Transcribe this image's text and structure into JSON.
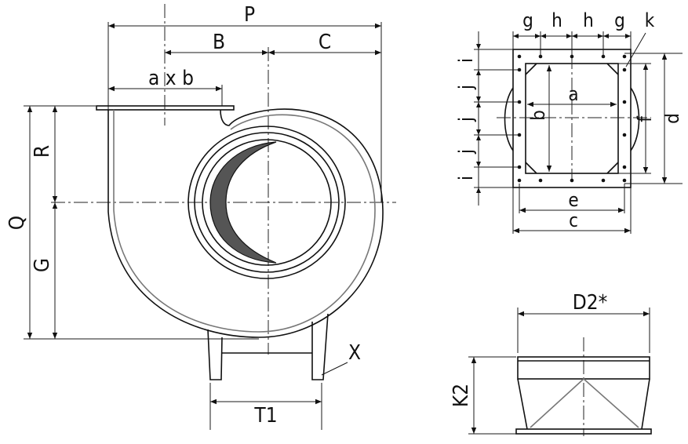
{
  "labels": {
    "P": "P",
    "B": "B",
    "C": "C",
    "axb": "a x b",
    "Q": "Q",
    "R": "R",
    "G": "G",
    "X": "X",
    "T1": "T1",
    "g": "g",
    "h": "h",
    "k": "k",
    "i": "i",
    "j": "j",
    "a": "a",
    "b": "b",
    "f": "f",
    "d": "d",
    "e": "e",
    "c": "c",
    "D2": "D2*",
    "K2": "K2"
  },
  "colors": {
    "line": "#111111",
    "fill_inlet": "#555555",
    "background": "#ffffff"
  }
}
